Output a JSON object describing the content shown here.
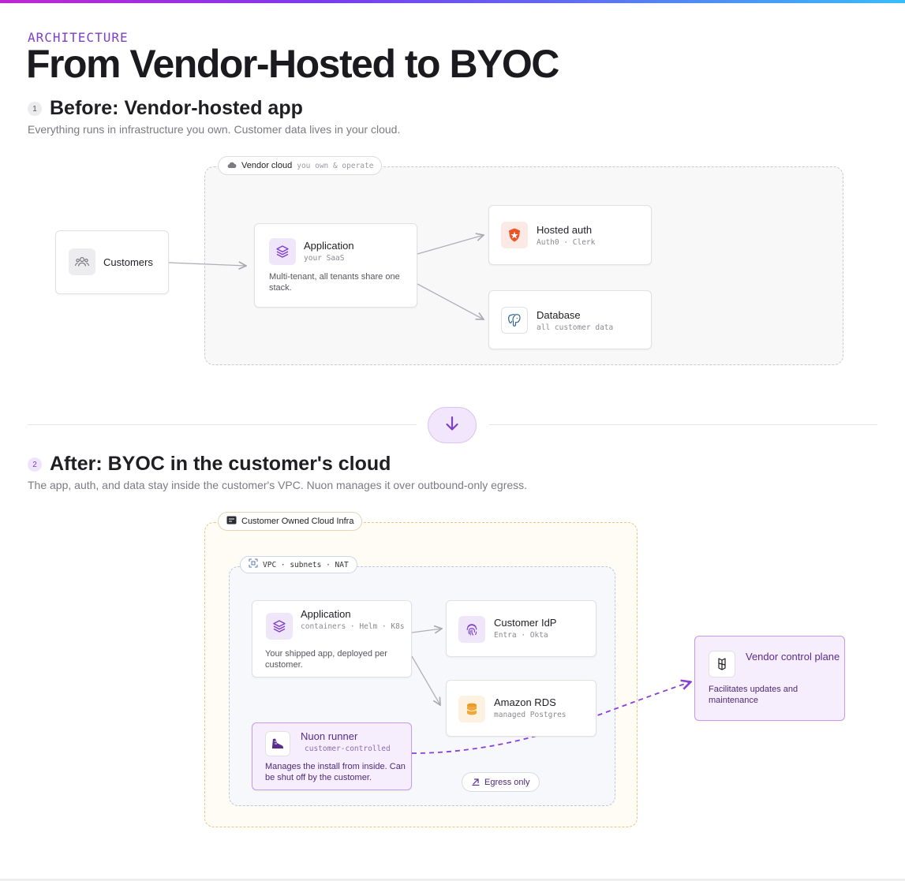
{
  "header": {
    "eyebrow": "ARCHITECTURE",
    "title": "From Vendor-Hosted to BYOC"
  },
  "before": {
    "step": "1",
    "title": "Before:  Vendor-hosted app",
    "description": "Everything runs in infrastructure you own. Customer data lives in your cloud.",
    "region": {
      "label": "Vendor cloud",
      "sublabel": "you own & operate"
    },
    "customers": {
      "title": "Customers"
    },
    "application": {
      "title": "Application",
      "subtitle": "your SaaS",
      "description": "Multi-tenant, all tenants share one stack."
    },
    "auth": {
      "title": "Hosted auth",
      "subtitle": "Auth0 · Clerk"
    },
    "database": {
      "title": "Database",
      "subtitle": "all customer data"
    }
  },
  "after": {
    "step": "2",
    "title": "After: BYOC in the customer's cloud",
    "description": "The app, auth, and data stay inside the customer's VPC. Nuon manages it over outbound-only egress.",
    "region": {
      "label": "Customer Owned Cloud Infra"
    },
    "vpc": {
      "label": "VPC · subnets · NAT"
    },
    "application": {
      "title": "Application",
      "subtitle": "containers · Helm · K8s",
      "description": "Your shipped app, deployed per customer."
    },
    "idp": {
      "title": "Customer IdP",
      "subtitle": "Entra · Okta"
    },
    "rds": {
      "title": "Amazon RDS",
      "subtitle": "managed Postgres"
    },
    "runner": {
      "title": "Nuon runner",
      "subtitle": "customer-controlled",
      "description": "Manages the install from inside. Can be shut off by the customer."
    },
    "egress": {
      "label": "Egress only"
    },
    "vendor": {
      "title": "Vendor control plane",
      "description": "Facilitates updates and maintenance"
    }
  },
  "colors": {
    "accent": "#7e3fc9",
    "dashed_connector": "#8b3fd6",
    "customer_region_border": "#e8c77e"
  },
  "icons": {
    "customers": "users-icon",
    "application": "layers-icon",
    "auth": "auth0-shield-icon",
    "database": "postgres-elephant-icon",
    "idp": "fingerprint-icon",
    "rds": "database-cylinder-icon",
    "runner": "runner-shoe-icon",
    "vendor": "nuon-logo-icon",
    "region": "cloud-icon",
    "customer_region": "server-icon",
    "vpc": "vpc-icon",
    "egress": "arrow-up-right-icon",
    "transition": "arrow-down-icon"
  }
}
